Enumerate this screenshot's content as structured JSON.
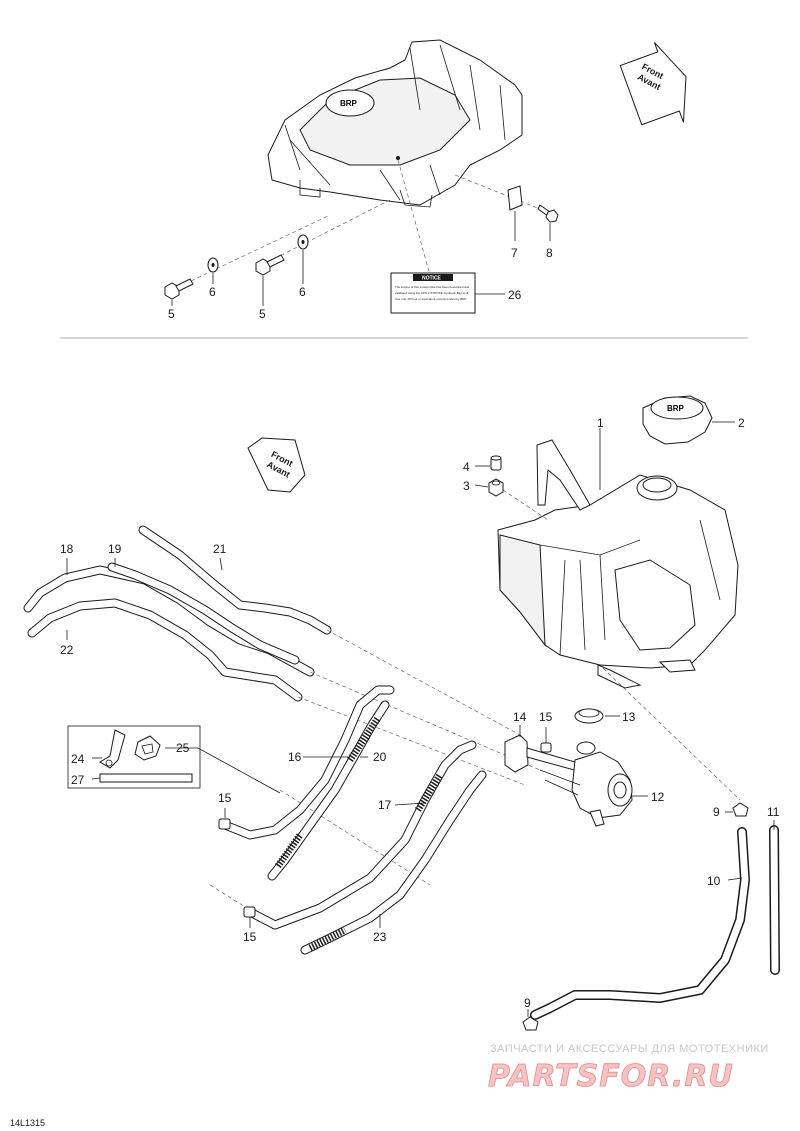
{
  "callouts": [
    "1",
    "2",
    "3",
    "4",
    "5",
    "5",
    "6",
    "6",
    "7",
    "8",
    "9",
    "9",
    "10",
    "11",
    "12",
    "13",
    "14",
    "15",
    "15",
    "15",
    "16",
    "17",
    "18",
    "19",
    "20",
    "21",
    "22",
    "23",
    "24",
    "25",
    "26",
    "27"
  ],
  "front_label": [
    "Front",
    "Avant"
  ],
  "notice": {
    "title": "NOTICE",
    "body": [
      "The engine of this snowmobile has been developed and",
      "validated using the XPS 2-STROKE Synthetic Blend oil",
      "Use only XPS oil or equivalent recommended by BRP"
    ]
  },
  "watermark": {
    "tagline": "ЗАПЧАСТИ И АКСЕССУАРЫ ДЛЯ МОТОТЕХНИКИ",
    "brand": "PARTSFOR.RU"
  },
  "drawing_number": "14L1315",
  "colors": {
    "line": "#1a1a1a",
    "watermark_fill": "#f6c3c3",
    "watermark_stroke": "#e48b8b"
  }
}
